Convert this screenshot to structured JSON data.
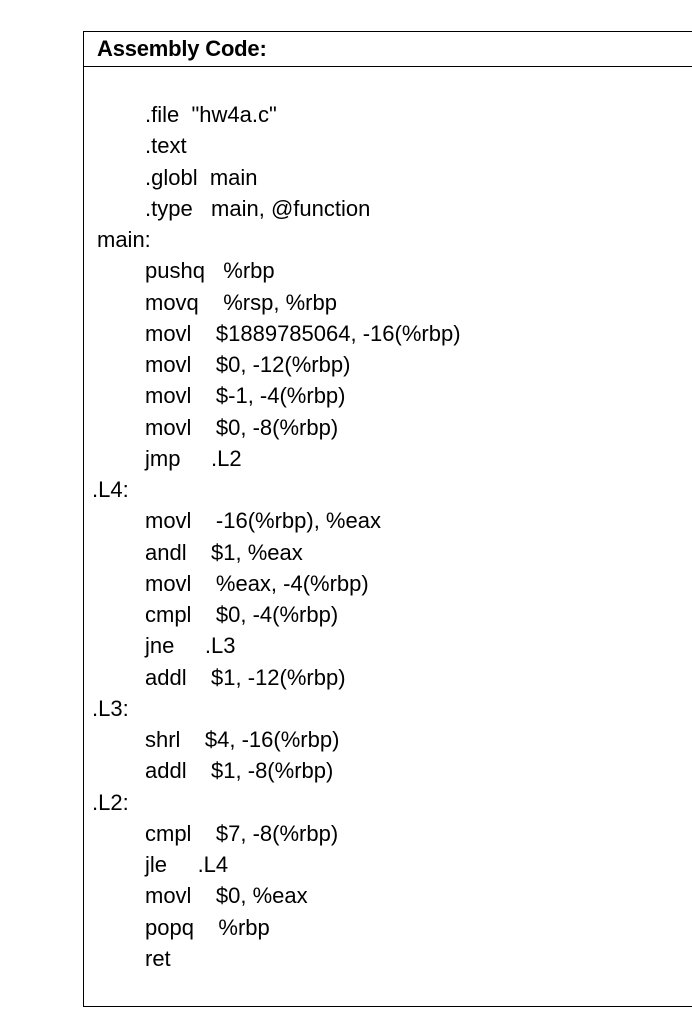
{
  "header": {
    "title": "Assembly Code:"
  },
  "code_lines": [
    {
      "kind": "directive",
      "text": ".file  \"hw4a.c\""
    },
    {
      "kind": "directive",
      "text": ".text"
    },
    {
      "kind": "directive",
      "text": ".globl  main"
    },
    {
      "kind": "directive",
      "text": ".type   main, @function"
    },
    {
      "kind": "label-main",
      "text": "main:"
    },
    {
      "kind": "instr",
      "text": "pushq   %rbp"
    },
    {
      "kind": "instr",
      "text": "movq    %rsp, %rbp"
    },
    {
      "kind": "instr",
      "text": "movl    $1889785064, -16(%rbp)"
    },
    {
      "kind": "instr",
      "text": "movl    $0, -12(%rbp)"
    },
    {
      "kind": "instr",
      "text": "movl    $-1, -4(%rbp)"
    },
    {
      "kind": "instr",
      "text": "movl    $0, -8(%rbp)"
    },
    {
      "kind": "instr",
      "text": "jmp     .L2"
    },
    {
      "kind": "label-local",
      "text": ".L4:"
    },
    {
      "kind": "instr",
      "text": "movl    -16(%rbp), %eax"
    },
    {
      "kind": "instr",
      "text": "andl    $1, %eax"
    },
    {
      "kind": "instr",
      "text": "movl    %eax, -4(%rbp)"
    },
    {
      "kind": "instr",
      "text": "cmpl    $0, -4(%rbp)"
    },
    {
      "kind": "instr",
      "text": "jne     .L3"
    },
    {
      "kind": "instr",
      "text": "addl    $1, -12(%rbp)"
    },
    {
      "kind": "label-local",
      "text": ".L3:"
    },
    {
      "kind": "instr",
      "text": "shrl    $4, -16(%rbp)"
    },
    {
      "kind": "instr",
      "text": "addl    $1, -8(%rbp)"
    },
    {
      "kind": "label-local",
      "text": ".L2:"
    },
    {
      "kind": "instr",
      "text": "cmpl    $7, -8(%rbp)"
    },
    {
      "kind": "instr",
      "text": "jle     .L4"
    },
    {
      "kind": "instr",
      "text": "movl    $0, %eax"
    },
    {
      "kind": "instr",
      "text": "popq    %rbp"
    },
    {
      "kind": "instr",
      "text": "ret"
    }
  ]
}
